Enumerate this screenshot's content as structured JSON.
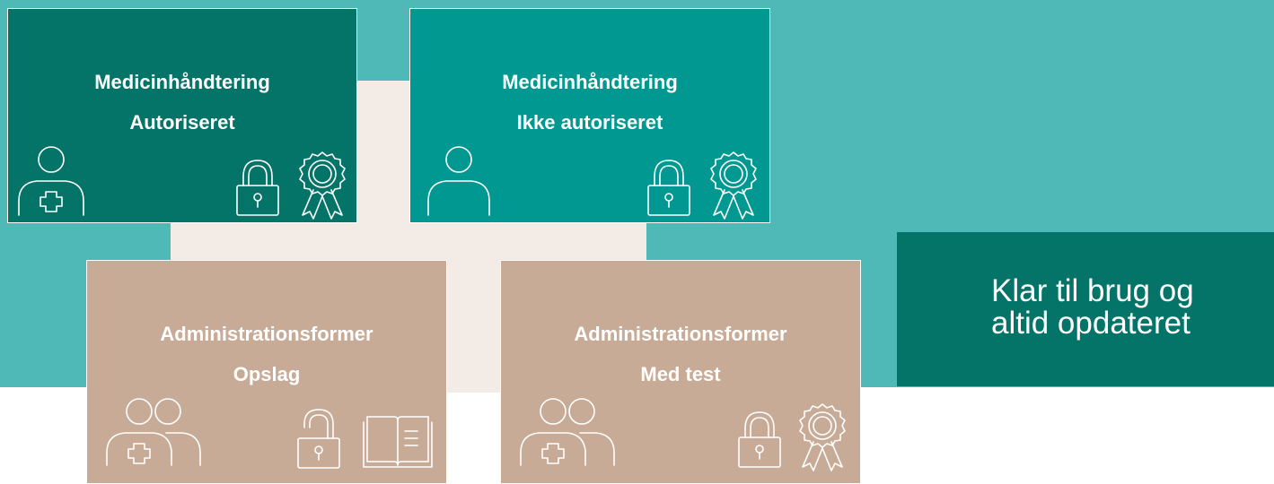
{
  "colors": {
    "band": "#4eb9b6",
    "dark_teal": "#057468",
    "teal": "#019891",
    "beige_card": "#c8ab96",
    "beige_cross": "#f2ebe6"
  },
  "cards": [
    {
      "line1": "Medicinhåndtering",
      "line2": "Autoriseret",
      "person_icon": "nurse-person-icon",
      "icons": [
        "padlock-closed-icon",
        "award-rosette-icon"
      ]
    },
    {
      "line1": "Medicinhåndtering",
      "line2": "Ikke autoriseret",
      "person_icon": "person-icon",
      "icons": [
        "padlock-closed-icon",
        "award-rosette-icon"
      ]
    },
    {
      "line1": "Administrationsformer",
      "line2": "Opslag",
      "person_icon": "two-people-nurse-icon",
      "icons": [
        "padlock-open-icon",
        "open-book-icon"
      ]
    },
    {
      "line1": "Administrationsformer",
      "line2": "Med test",
      "person_icon": "two-people-nurse-icon",
      "icons": [
        "padlock-closed-icon",
        "award-rosette-icon"
      ]
    }
  ],
  "callout": {
    "line1": "Klar til brug og",
    "line2": "altid opdateret"
  }
}
